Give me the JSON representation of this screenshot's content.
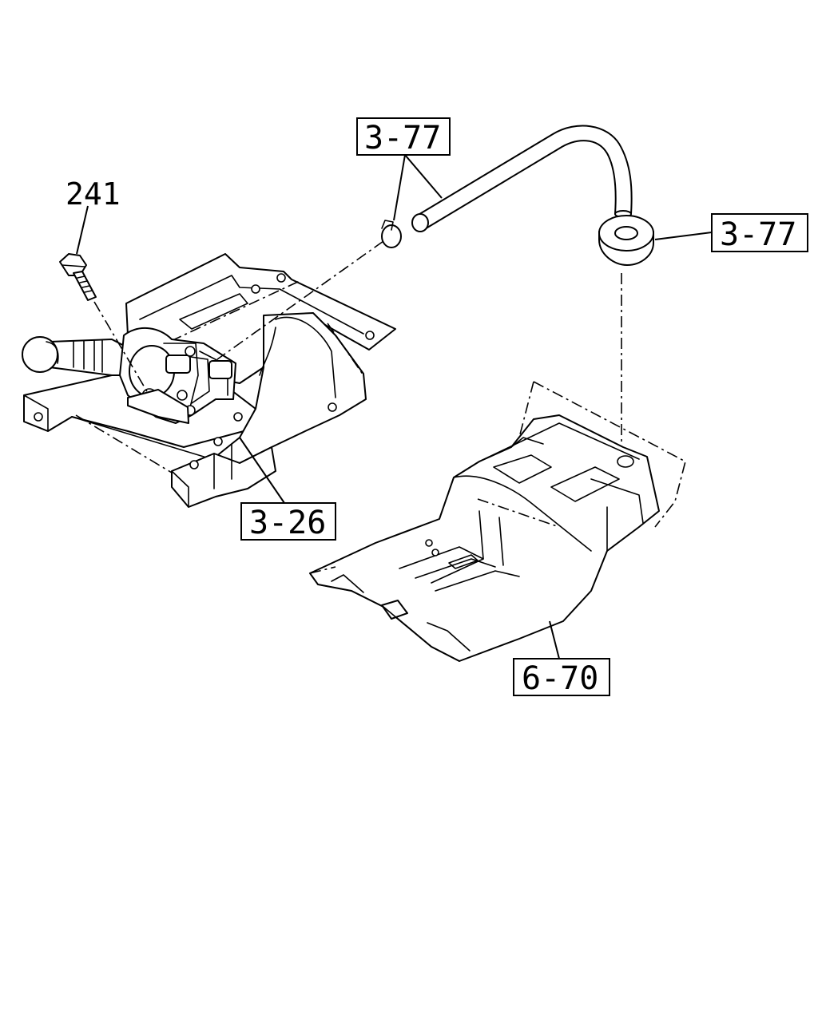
{
  "callouts": {
    "bolt": "241",
    "hose_upper": "3-77",
    "grommet": "3-77",
    "bracket": "3-26",
    "floor_panel": "6-70"
  },
  "colors": {
    "line": "#000000",
    "background": "#ffffff"
  }
}
